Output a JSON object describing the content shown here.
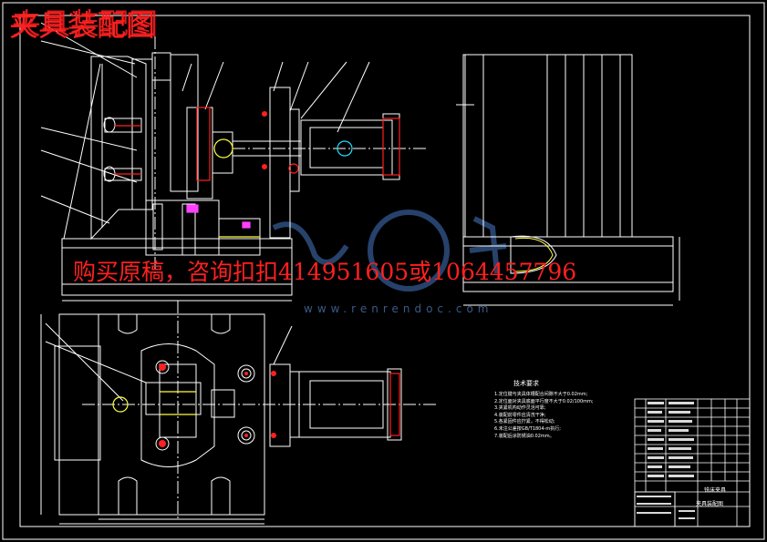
{
  "header": {
    "title": "夹具装配图"
  },
  "promo": {
    "text": "购买原稿，咨询扣扣414951605或1064457796"
  },
  "watermark": {
    "text": "www.renrendoc.com"
  },
  "tech_requirements": {
    "title": "技术要求",
    "notes": [
      "1.定位键与夹具体槽配合间隙不大于0.02mm;",
      "2.定位面对夹具底面平行度不大于0.02/100mm;",
      "3.夹紧机构动作灵活可靠;",
      "4.装配前零件应清洗干净;",
      "5.各紧固件应拧紧，不得松动;",
      "6.未注公差按GB/T1804-m执行;",
      "7.装配后涂防锈油0.02mm。"
    ]
  },
  "title_block": {
    "part_name": "铣床夹具",
    "drawing_name": "夹具装配图"
  },
  "colors": {
    "line": "#ffffff",
    "accent_red": "#ff2020",
    "magenta": "#ff40ff",
    "cyan": "#20e0ff",
    "yellow": "#ffff40",
    "watermark": "#2b4a78"
  }
}
